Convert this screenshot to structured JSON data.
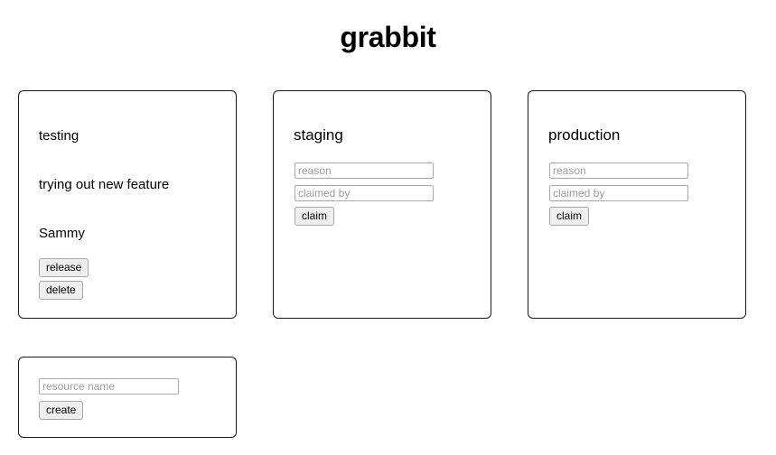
{
  "app": {
    "title": "grabbit"
  },
  "resources": [
    {
      "name": "testing",
      "state": "claimed",
      "reason_text": "trying out new feature",
      "claimed_by_text": "Sammy",
      "release_label": "release",
      "delete_label": "delete"
    },
    {
      "name": "staging",
      "state": "free",
      "reason_placeholder": "reason",
      "claimed_by_placeholder": "claimed by",
      "reason_value": "",
      "claimed_by_value": "",
      "claim_label": "claim"
    },
    {
      "name": "production",
      "state": "free",
      "reason_placeholder": "reason",
      "claimed_by_placeholder": "claimed by",
      "reason_value": "",
      "claimed_by_value": "",
      "claim_label": "claim"
    }
  ],
  "create_card": {
    "resource_name_placeholder": "resource name",
    "resource_name_value": "",
    "create_label": "create"
  },
  "colors": {
    "page_background": "#ffffff",
    "card_border": "#1a1a1a",
    "input_border": "#a9a9a9",
    "placeholder_text": "#9b9b9b",
    "button_background": "#efefef",
    "button_border": "#a5a5a5",
    "text": "#000000"
  }
}
